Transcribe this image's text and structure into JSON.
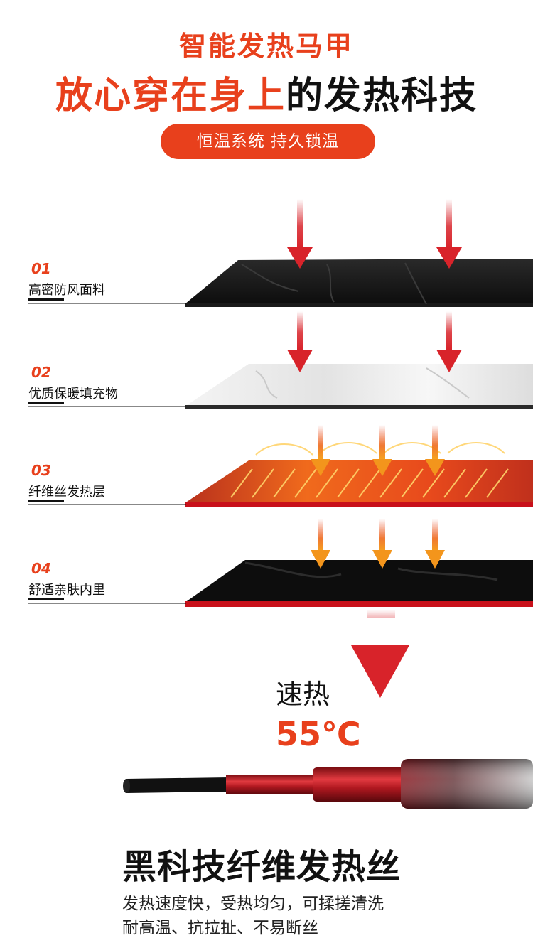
{
  "header": {
    "subtitle": "智能发热马甲",
    "title_highlight": "放心穿在身上",
    "title_rest": "的发热科技",
    "pill": "恒温系统 持久锁温"
  },
  "layers": [
    {
      "num": "01",
      "name": "高密防风面料"
    },
    {
      "num": "02",
      "name": "优质保暖填充物"
    },
    {
      "num": "03",
      "name": "纤维丝发热层"
    },
    {
      "num": "04",
      "name": "舒适亲肤内里"
    }
  ],
  "speed": {
    "label": "速热",
    "temp": "55℃"
  },
  "bottom": {
    "title": "黑科技纤维发热丝",
    "desc_line1": "发热速度快，受热均匀，可揉搓清洗",
    "desc_line2": "耐高温、抗拉扯、不易断丝"
  },
  "colors": {
    "accent": "#e8401c",
    "arrow_red": "#d8232a",
    "arrow_orange": "#f08a1c",
    "text": "#111111"
  }
}
